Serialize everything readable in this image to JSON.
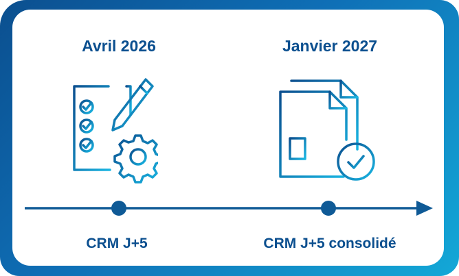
{
  "milestones": [
    {
      "date": "Avril 2026",
      "label": "CRM J+5",
      "icon": "checklist-gear-icon"
    },
    {
      "date": "Janvier 2027",
      "label": "CRM J+5 consolidé",
      "icon": "document-check-icon"
    }
  ],
  "colors": {
    "primary": "#0b4f8f",
    "accent": "#13a8d7",
    "timeline": "#0f5a96"
  }
}
